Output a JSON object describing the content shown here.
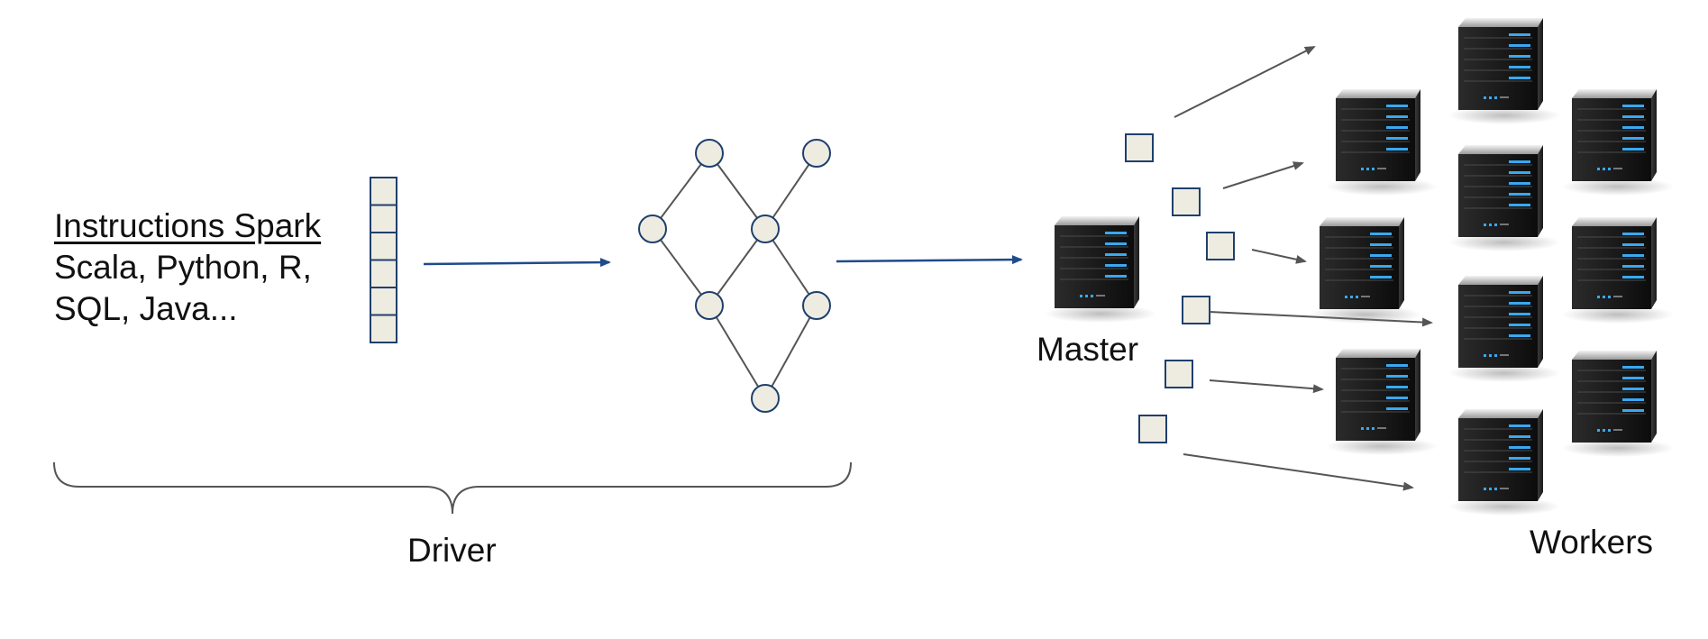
{
  "instructions": {
    "title": "Instructions Spark",
    "line1": "Scala, Python, R,",
    "line2": "SQL, Java..."
  },
  "labels": {
    "driver": "Driver",
    "master": "Master",
    "workers": "Workers"
  },
  "colors": {
    "box_fill": "#eeece1",
    "box_stroke": "#1f3f6e",
    "arrow_main": "#1f4b8a",
    "arrow_worker": "#555555",
    "dag_edge": "#555555",
    "server_body": "#1b1b1b",
    "server_light": "#39a8f0"
  },
  "icons": {
    "server": "server-icon"
  }
}
